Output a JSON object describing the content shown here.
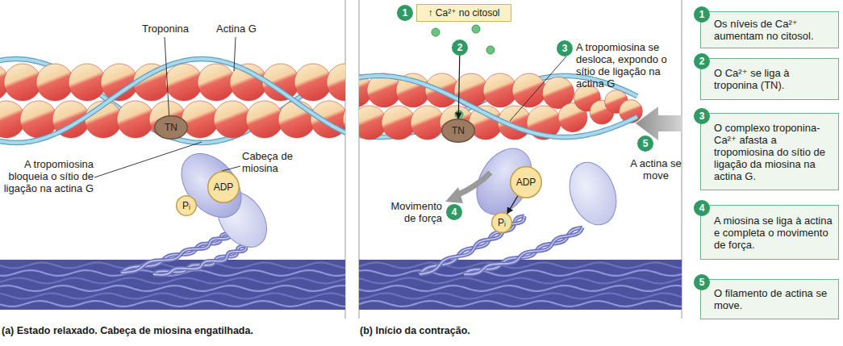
{
  "diagram": {
    "nodes": [
      {
        "text": [
          "TN"
        ]
      },
      {
        "text": [
          "ADP"
        ]
      },
      {
        "text": [
          "Pᵢ"
        ]
      },
      {
        "text": [
          "↑ Ca²⁺ no citosol"
        ]
      },
      {
        "text": [
          "1"
        ]
      },
      {
        "text": [
          "2"
        ]
      },
      {
        "text": [
          "3"
        ]
      },
      {
        "text": [
          "TN"
        ]
      },
      {
        "text": [
          "4"
        ]
      },
      {
        "text": [
          "5"
        ]
      },
      {
        "text": [
          "ADP"
        ]
      },
      {
        "text": [
          "Pᵢ"
        ]
      },
      {
        "text": [
          "Os níveis de Ca²⁺ aumentam no citosol."
        ]
      },
      {
        "text": [
          "1"
        ],
        "in": 12
      },
      {
        "text": [
          "O Ca²⁺ se liga à troponina (TN)."
        ]
      },
      {
        "text": [
          "2"
        ],
        "in": 14
      },
      {
        "text": [
          "O complexo troponina-Ca²⁺ afasta a tropomiosina do sítio de ligação da miosina na actina G."
        ]
      },
      {
        "text": [
          "3"
        ],
        "in": 16
      },
      {
        "text": [
          "A miosina se liga à actina e completa o movimento de força."
        ]
      },
      {
        "text": [
          "4"
        ],
        "in": 18
      },
      {
        "text": [
          "O filamento de actina se move."
        ]
      },
      {
        "text": [
          "5"
        ],
        "in": 20
      }
    ],
    "edges": [
      {
        "from": 5,
        "to": 7,
        "arrow": "to"
      },
      {
        "from": 10,
        "to": 11,
        "arrow": "to"
      }
    ],
    "labels": [
      "Troponina",
      "Actina G",
      "A tropomiosina bloqueia o sítio de ligação na actina G",
      "Cabeça de miosina",
      "(a) Estado relaxado. Cabeça de miosina engatilhada.",
      "A tropomiosina se desloca, expondo o sítio de ligação na actina G",
      "Movimento de força",
      "A actina se move",
      "(b) Início da contração."
    ]
  }
}
